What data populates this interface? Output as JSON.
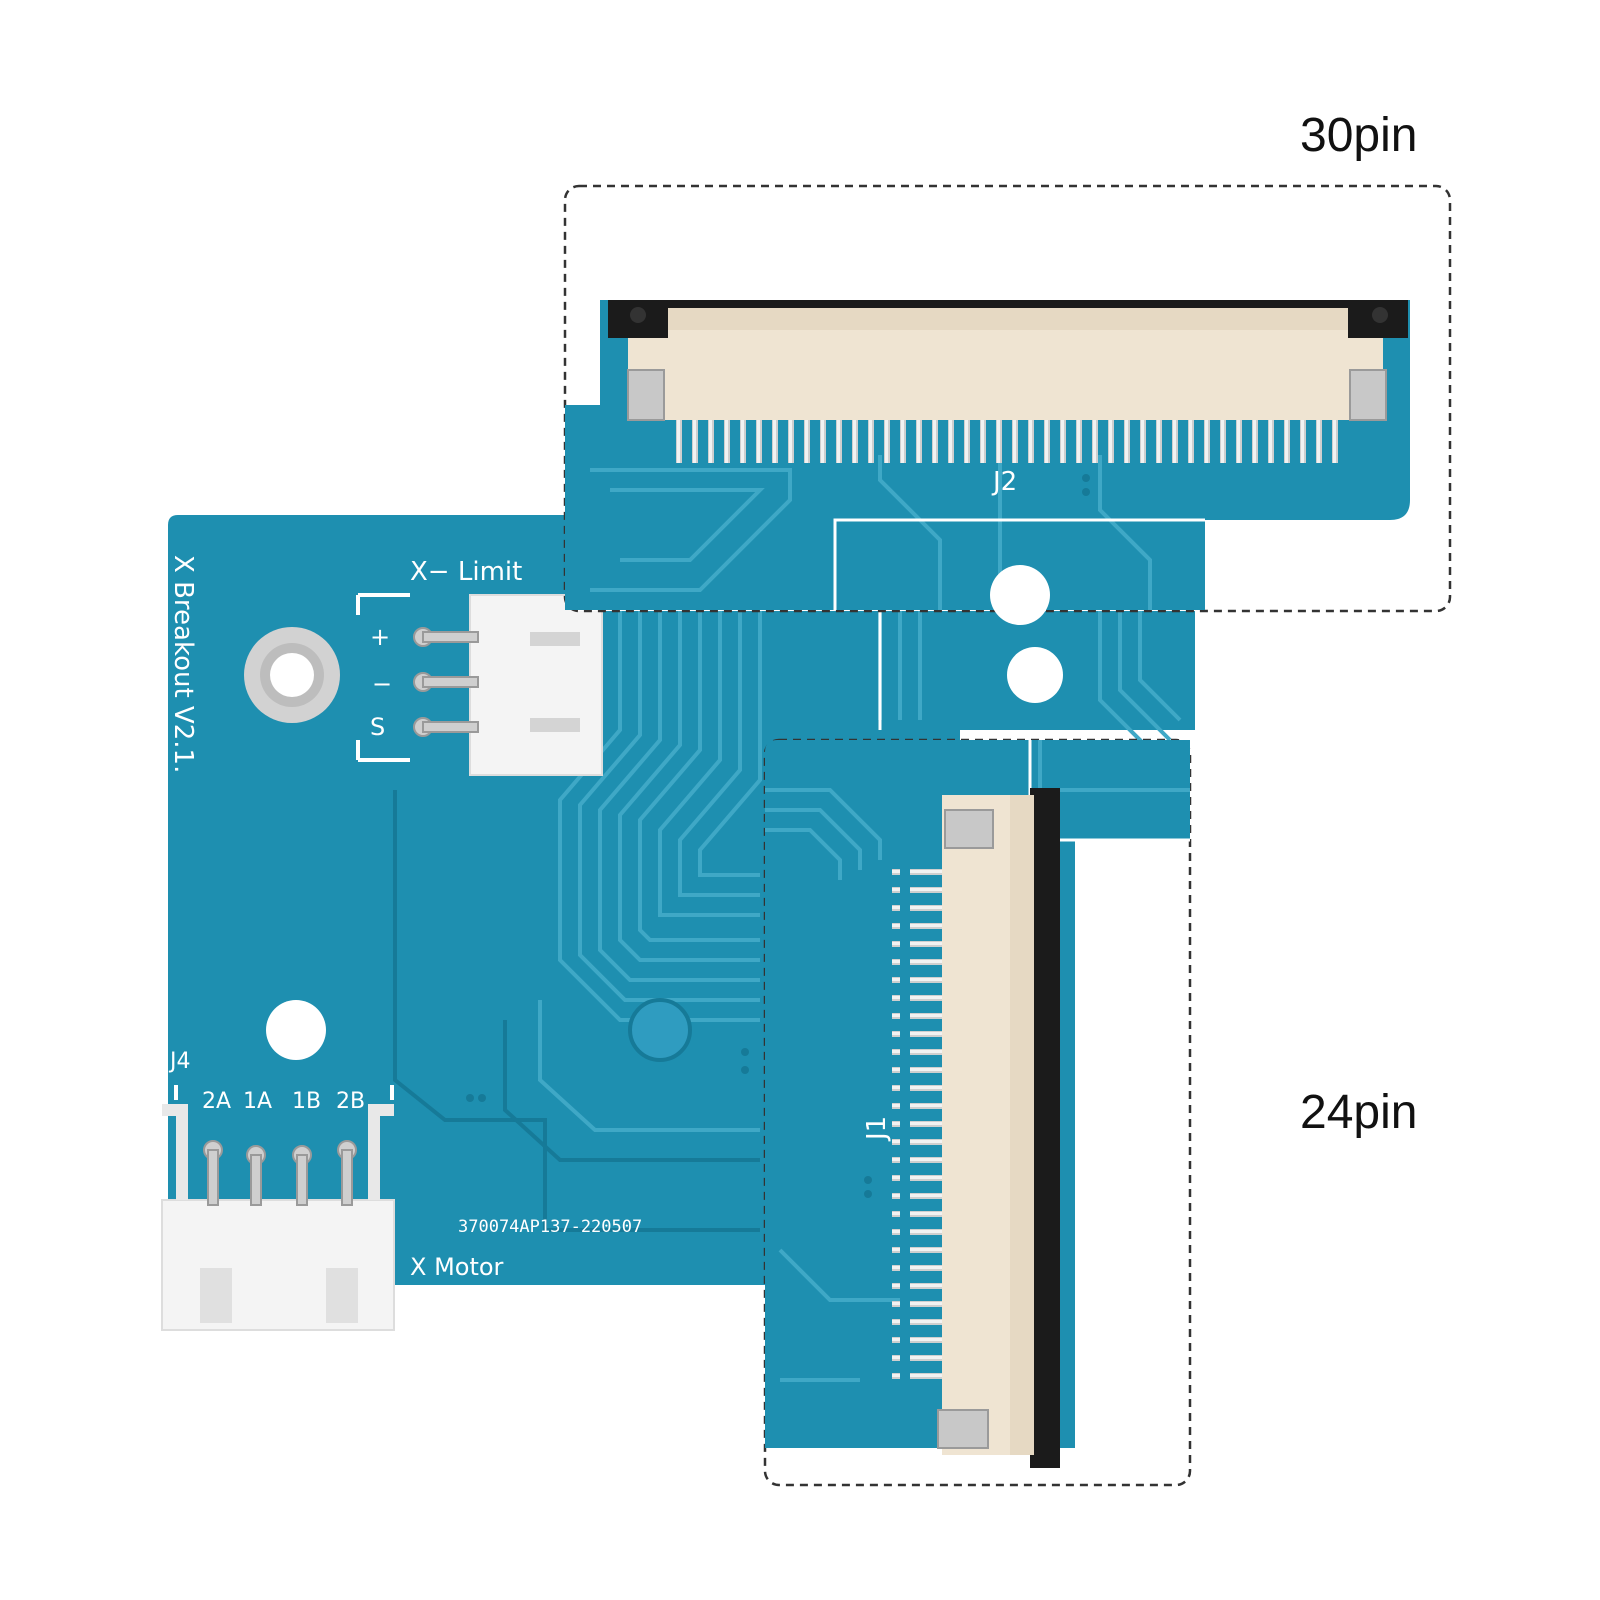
{
  "callouts": {
    "top_connector": "30pin",
    "bottom_connector": "24pin"
  },
  "board_labels": {
    "title": "X Breakout V2.1.",
    "limit_header": "X− Limit",
    "limit_plus": "+",
    "limit_minus": "−",
    "limit_signal": "S",
    "connector_j2": "J2",
    "connector_j1": "J1",
    "connector_j4": "J4",
    "pin_2a": "2A",
    "pin_1a": "1A",
    "pin_1b": "1B",
    "pin_2b": "2B",
    "part_number": "370074AP137-220507",
    "motor_label": "X Motor"
  },
  "colors": {
    "pcb": "#1e8fb0",
    "pcb_dark": "#167a98",
    "trace": "#3fa8c6",
    "connector_body": "#efe4d2",
    "pin_metal": "#d9d9d9",
    "jst_white": "#f4f4f4",
    "dashed_outline": "#333333"
  }
}
